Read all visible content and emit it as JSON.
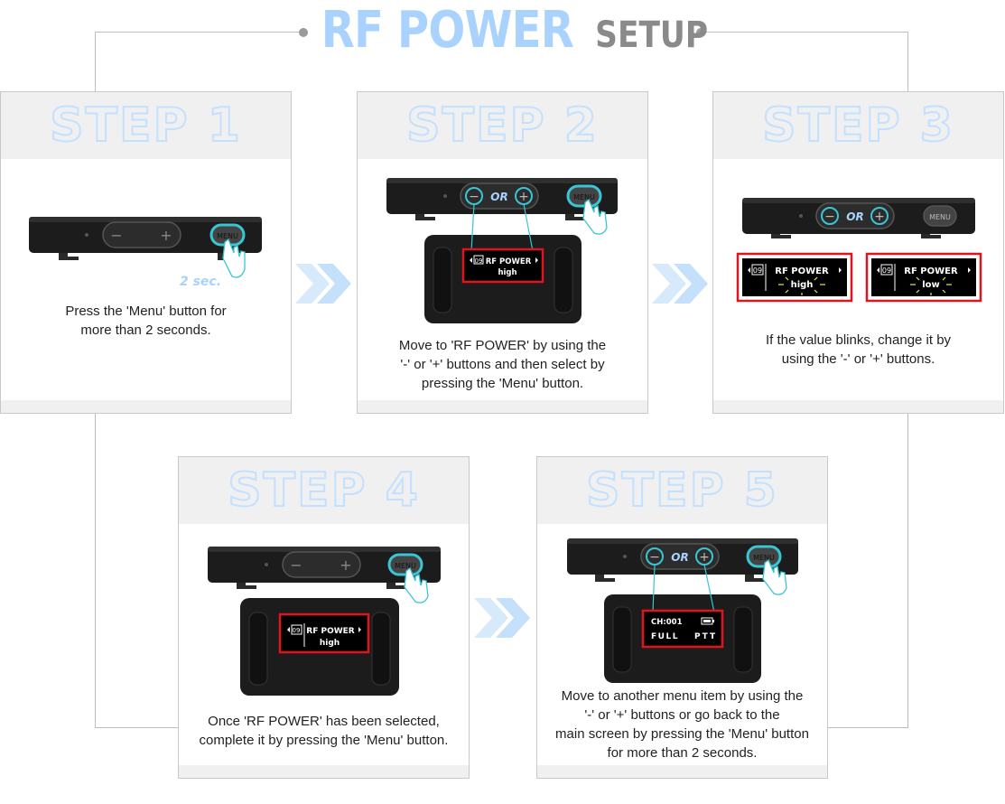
{
  "header": {
    "title_main": "RF POWER",
    "title_sub": "SETUP"
  },
  "device": {
    "menu_label": "MENU",
    "minus_symbol": "−",
    "plus_symbol": "+",
    "or_label": "OR"
  },
  "steps": [
    {
      "title": "STEP 1",
      "hold_note": "2 sec.",
      "caption_lines": [
        "Press the 'Menu' button for",
        "more than 2 seconds."
      ]
    },
    {
      "title": "STEP 2",
      "screen": {
        "num": "09",
        "line1": "RF POWER",
        "line2": "high"
      },
      "caption_lines": [
        "Move to 'RF POWER' by using the",
        "'-' or '+' buttons and then select by",
        "pressing the 'Menu' button."
      ]
    },
    {
      "title": "STEP 3",
      "screens": [
        {
          "num": "09",
          "line1": "RF POWER",
          "line2": "high"
        },
        {
          "num": "09",
          "line1": "RF POWER",
          "line2": "low"
        }
      ],
      "caption_lines": [
        "If the value blinks, change it by",
        "using the '-' or '+' buttons."
      ]
    },
    {
      "title": "STEP 4",
      "screen": {
        "num": "09",
        "line1": "RF POWER",
        "line2": "high"
      },
      "caption_lines": [
        "Once 'RF POWER' has been selected,",
        "complete it by pressing the 'Menu' button."
      ]
    },
    {
      "title": "STEP 5",
      "screen": {
        "channel": "CH:001",
        "mode": "FULL",
        "ptt": "PTT"
      },
      "caption_lines": [
        "Move to another menu item by using the",
        "'-' or '+' buttons or go back to the",
        "main screen by pressing the 'Menu' button",
        "for more than 2 seconds."
      ]
    }
  ],
  "colors": {
    "accent_blue": "#a9d2ff",
    "cyan": "#39c6d4",
    "highlight_red": "#e0141e",
    "device_body": "#222222"
  }
}
